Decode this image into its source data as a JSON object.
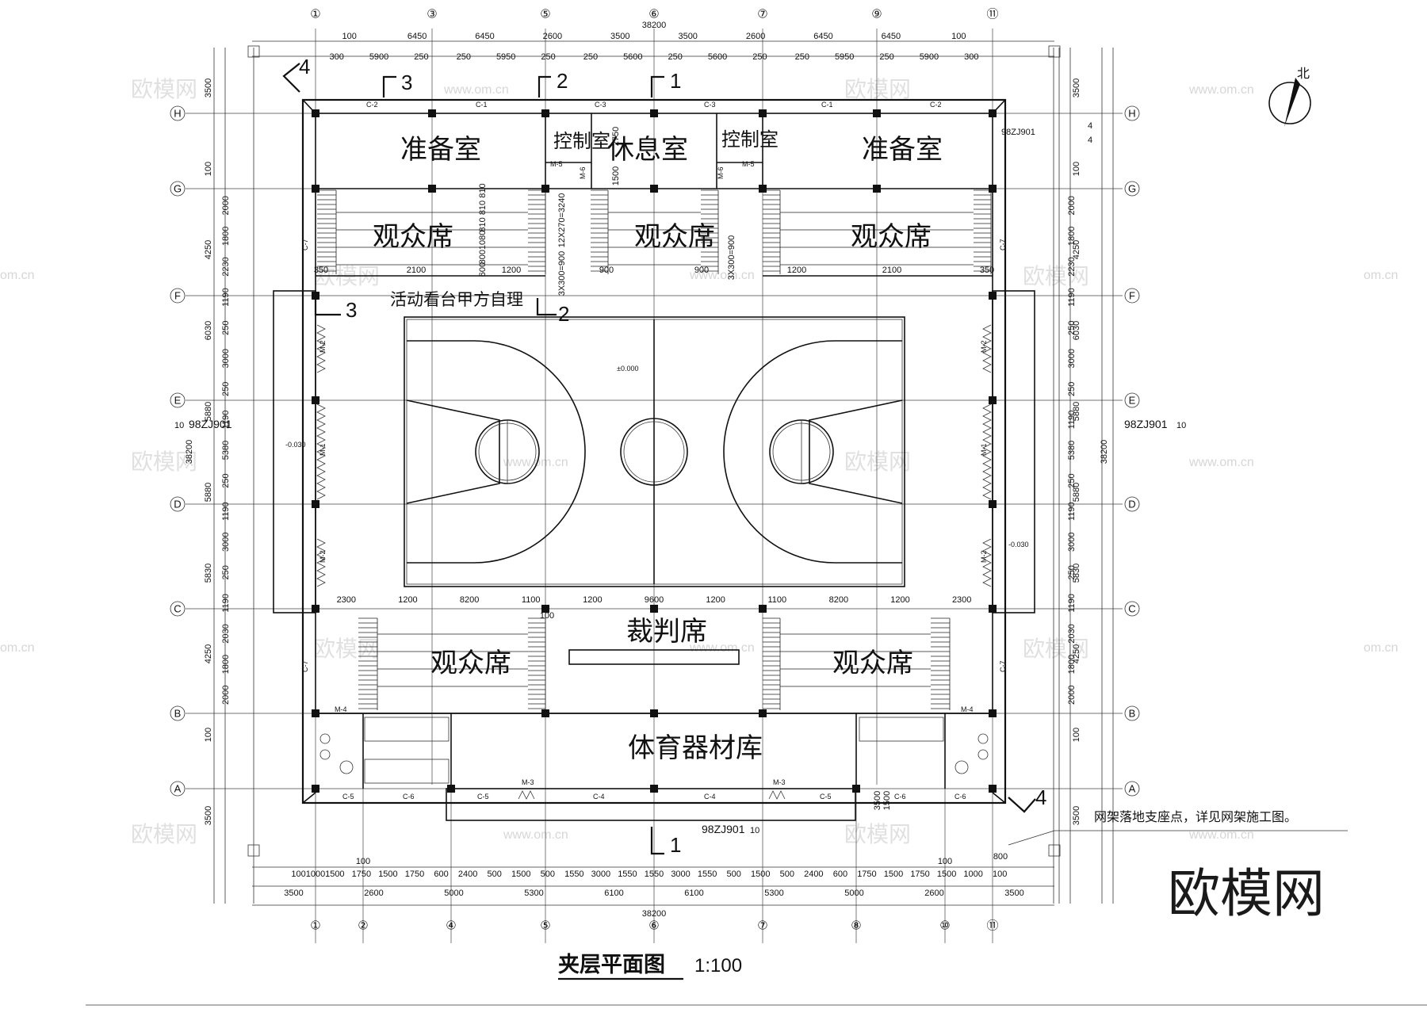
{
  "title": "夹层平面图",
  "scale": "1:100",
  "brand": "欧模网",
  "watermark": {
    "text": "欧模网",
    "url": "www.om.cn",
    "url_short": "om.cn"
  },
  "north": "北",
  "grid_top": [
    "①",
    "③",
    "⑤",
    "⑥",
    "⑦",
    "⑨",
    "⑪"
  ],
  "grid_bottom": [
    "①",
    "②",
    "④",
    "⑤",
    "⑥",
    "⑦",
    "⑧",
    "⑩",
    "⑪"
  ],
  "grid_rows": [
    "H",
    "G",
    "F",
    "E",
    "D",
    "C",
    "B",
    "A"
  ],
  "rooms": {
    "prep_left": "准备室",
    "control_left": "控制室",
    "lounge": "休息室",
    "control_right": "控制室",
    "prep_right": "准备室",
    "stands_nl": "观众席",
    "stands_nc": "观众席",
    "stands_nr": "观众席",
    "stands_sl": "观众席",
    "judge": "裁判席",
    "stands_sr": "观众席",
    "storage": "体育器材库"
  },
  "notes": {
    "movable_stands": "活动看台甲方自理",
    "grid_support": "网架落地支座点，详见网架施工图。"
  },
  "elevations": {
    "court": "±0.000",
    "left": "-0.030",
    "right": "-0.030"
  },
  "refs": {
    "detail_ne": "98ZJ901",
    "detail_w": "98ZJ901",
    "detail_e": "98ZJ901",
    "detail_s": "98ZJ901",
    "frac_4": "4",
    "frac_10": "10"
  },
  "sections": {
    "s1": "1",
    "s2": "2",
    "s3": "3",
    "s4": "4"
  },
  "windows": {
    "north": [
      "C-2",
      "C-1",
      "C-3",
      "C-3",
      "C-1",
      "C-2"
    ],
    "south": [
      "C-5",
      "C-6",
      "C-5",
      "C-4",
      "C-4",
      "C-5",
      "C-6",
      "C-6"
    ],
    "side": "C-7"
  },
  "doors": {
    "m1": "M-1",
    "m2": "M-2",
    "m3": "M-3",
    "m4": "M-4",
    "m5": "M-5",
    "m6": "M-6"
  },
  "dims_top_1": [
    "100",
    "6450",
    "6450",
    "2600",
    "3500",
    "3500",
    "2600",
    "6450",
    "6450",
    "100"
  ],
  "dims_top_total": "38200",
  "dims_top_2": [
    "300",
    "5900",
    "250",
    "250",
    "5950",
    "250",
    "250",
    "5600",
    "250",
    "5600",
    "250",
    "250",
    "5950",
    "250",
    "5900",
    "300"
  ],
  "dims_bottom_1": [
    "1001000",
    "1500",
    "1750",
    "1500",
    "1750",
    "600",
    "2400",
    "500",
    "1500",
    "500",
    "1550",
    "3000",
    "1550",
    "1550",
    "3000",
    "1550",
    "500",
    "1500",
    "500",
    "2400",
    "600",
    "1750",
    "1500",
    "1750",
    "1500",
    "1000",
    "100"
  ],
  "dims_bottom_2": [
    "3500",
    "2600",
    "5000",
    "5300",
    "6100",
    "6100",
    "5300",
    "5000",
    "2600",
    "3500"
  ],
  "dims_bottom_total": "38200",
  "dims_bottom_extra": [
    "100",
    "100",
    "800"
  ],
  "dims_left": [
    "3500",
    "100",
    "4250",
    "6030",
    "5880",
    "5880",
    "5830",
    "4250",
    "100",
    "3500"
  ],
  "dims_left_total": "38200",
  "dims_left_inner": [
    "2000",
    "1800",
    "2230",
    "1190",
    "250",
    "3000",
    "250",
    "1190",
    "5380",
    "250",
    "1190",
    "3000",
    "250",
    "1190",
    "2030",
    "1800",
    "2000"
  ],
  "dims_court_top": [
    "350",
    "2100",
    "1200",
    "900",
    "900",
    "1200",
    "2100",
    "350"
  ],
  "dims_court_bottom": [
    "2300",
    "1200",
    "8200",
    "1100",
    "1200",
    "9600",
    "1200",
    "1100",
    "8200",
    "1200",
    "2300"
  ],
  "dims_stair": [
    "12X270=3240",
    "3X300=900",
    "3X300=900",
    "2750",
    "1500",
    "810 810 810",
    "8001080",
    "600"
  ],
  "dims_misc": [
    "100",
    "3500",
    "1500"
  ]
}
